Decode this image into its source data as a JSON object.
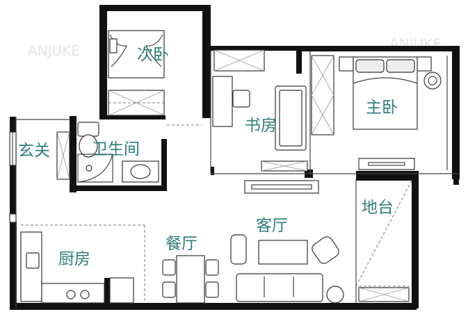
{
  "rooms": {
    "secondary_bedroom": "次卧",
    "master_bedroom": "主卧",
    "study": "书房",
    "entrance": "玄关",
    "bathroom": "卫生间",
    "balcony": "地台",
    "living_room": "客厅",
    "kitchen": "厨房",
    "dining_room": "餐厅"
  }
}
